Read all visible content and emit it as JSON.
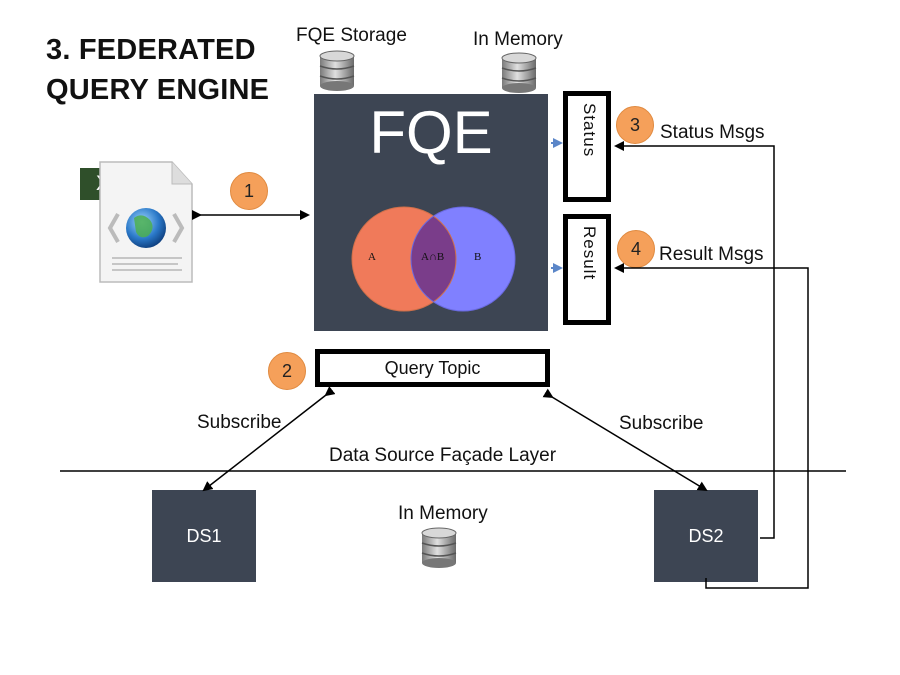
{
  "title": {
    "line1": "3. FEDERATED",
    "line2": "QUERY ENGINE"
  },
  "labels": {
    "fqe_storage": "FQE Storage",
    "in_memory_top": "In Memory",
    "in_memory_bottom": "In Memory",
    "status_msgs": "Status Msgs",
    "result_msgs": "Result Msgs",
    "subscribe_left": "Subscribe",
    "subscribe_right": "Subscribe",
    "facade_layer": "Data Source Façade Layer"
  },
  "fqe": {
    "title": "FQE",
    "venn": {
      "a": "A",
      "intersection": "A∩B",
      "b": "B"
    }
  },
  "status_box": "Status",
  "result_box": "Result",
  "query_topic": "Query Topic",
  "xml_label": "XML",
  "badges": [
    "1",
    "2",
    "3",
    "4"
  ],
  "data_sources": [
    "DS1",
    "DS2"
  ],
  "colors": {
    "panel": "#3d4553",
    "badge": "#f5a05a",
    "venn_a": "#f07a5a",
    "venn_b": "#8080ff",
    "venn_overlap": "#7a3d8a",
    "arrow_blue": "#5b86c8",
    "xml_tag": "#2f4f2a"
  },
  "icons": [
    "database-icon",
    "xml-document-icon",
    "globe-icon"
  ]
}
